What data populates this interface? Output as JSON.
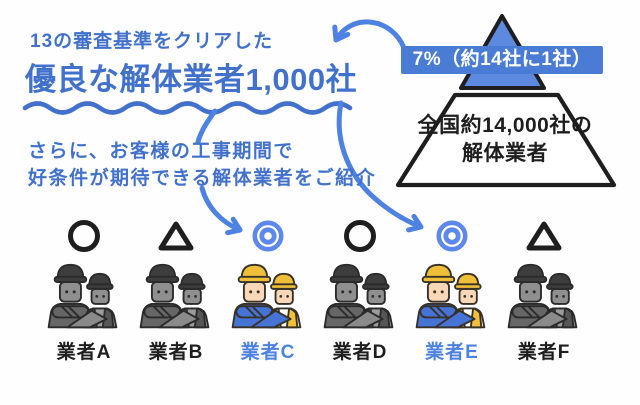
{
  "headline": {
    "line1": "13の審査基準をクリアした",
    "line2": "優良な解体業者1,000社"
  },
  "subtext": {
    "line1": "さらに、お客様の工事期間で",
    "line2": "好条件が期待できる解体業者をご紹介"
  },
  "pyramid": {
    "badge": "7%（約14社に1社）",
    "base_line1": "全国約14,000社の",
    "base_line2": "解体業者"
  },
  "contractors": [
    {
      "label": "業者A",
      "symbol": "circle",
      "highlighted": false
    },
    {
      "label": "業者B",
      "symbol": "triangle",
      "highlighted": false
    },
    {
      "label": "業者C",
      "symbol": "double-circle",
      "highlighted": true
    },
    {
      "label": "業者D",
      "symbol": "circle",
      "highlighted": false
    },
    {
      "label": "業者E",
      "symbol": "double-circle",
      "highlighted": true
    },
    {
      "label": "業者F",
      "symbol": "triangle",
      "highlighted": false
    }
  ],
  "colors": {
    "text_blue": "#4271cc",
    "arrow_blue": "#4d82e3",
    "symbol_blue": "#5b88ea",
    "badge_bg": "#4a7cd6",
    "pyramid_tip_fill": "#5d89de",
    "ink": "#1e1e1e",
    "worker_gray": {
      "hat": "#3d3d3d",
      "face": "#8f8f8f",
      "jacket": "#666666",
      "shirt": "#9b9b9b",
      "vest": "#565656",
      "sheet": "#8a8a8a",
      "outline": "#2b2b2b"
    },
    "worker_color": {
      "hat": "#efbf3a",
      "face": "#f9d7b8",
      "jacket": "#4673d6",
      "shirt": "#ffffff",
      "vest": "#f3c136",
      "sheet": "#4673d6",
      "outline": "#373128"
    }
  }
}
